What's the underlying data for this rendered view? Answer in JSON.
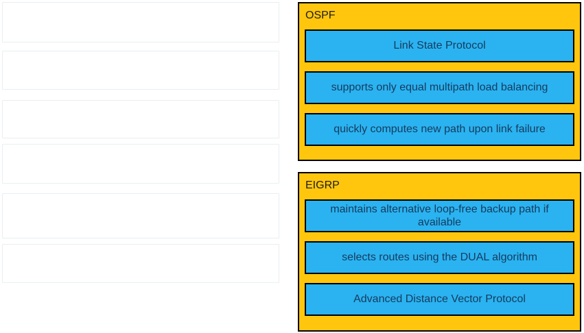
{
  "colors": {
    "group_bg": "#ffc60d",
    "item_bg": "#2ab3f0",
    "item_border": "#000000",
    "item_text": "#173a5e",
    "group_label_text": "#1e1e1e",
    "source_slot_border": "#e8eff1"
  },
  "source_panel": {
    "placeholder_count": 6
  },
  "groups": [
    {
      "label": "OSPF",
      "items": [
        "Link State Protocol",
        "supports only equal multipath load balancing",
        "quickly computes new path upon link failure"
      ]
    },
    {
      "label": "EIGRP",
      "items": [
        "maintains alternative loop-free backup path if available",
        "selects routes using the DUAL algorithm",
        "Advanced Distance Vector Protocol"
      ]
    }
  ]
}
